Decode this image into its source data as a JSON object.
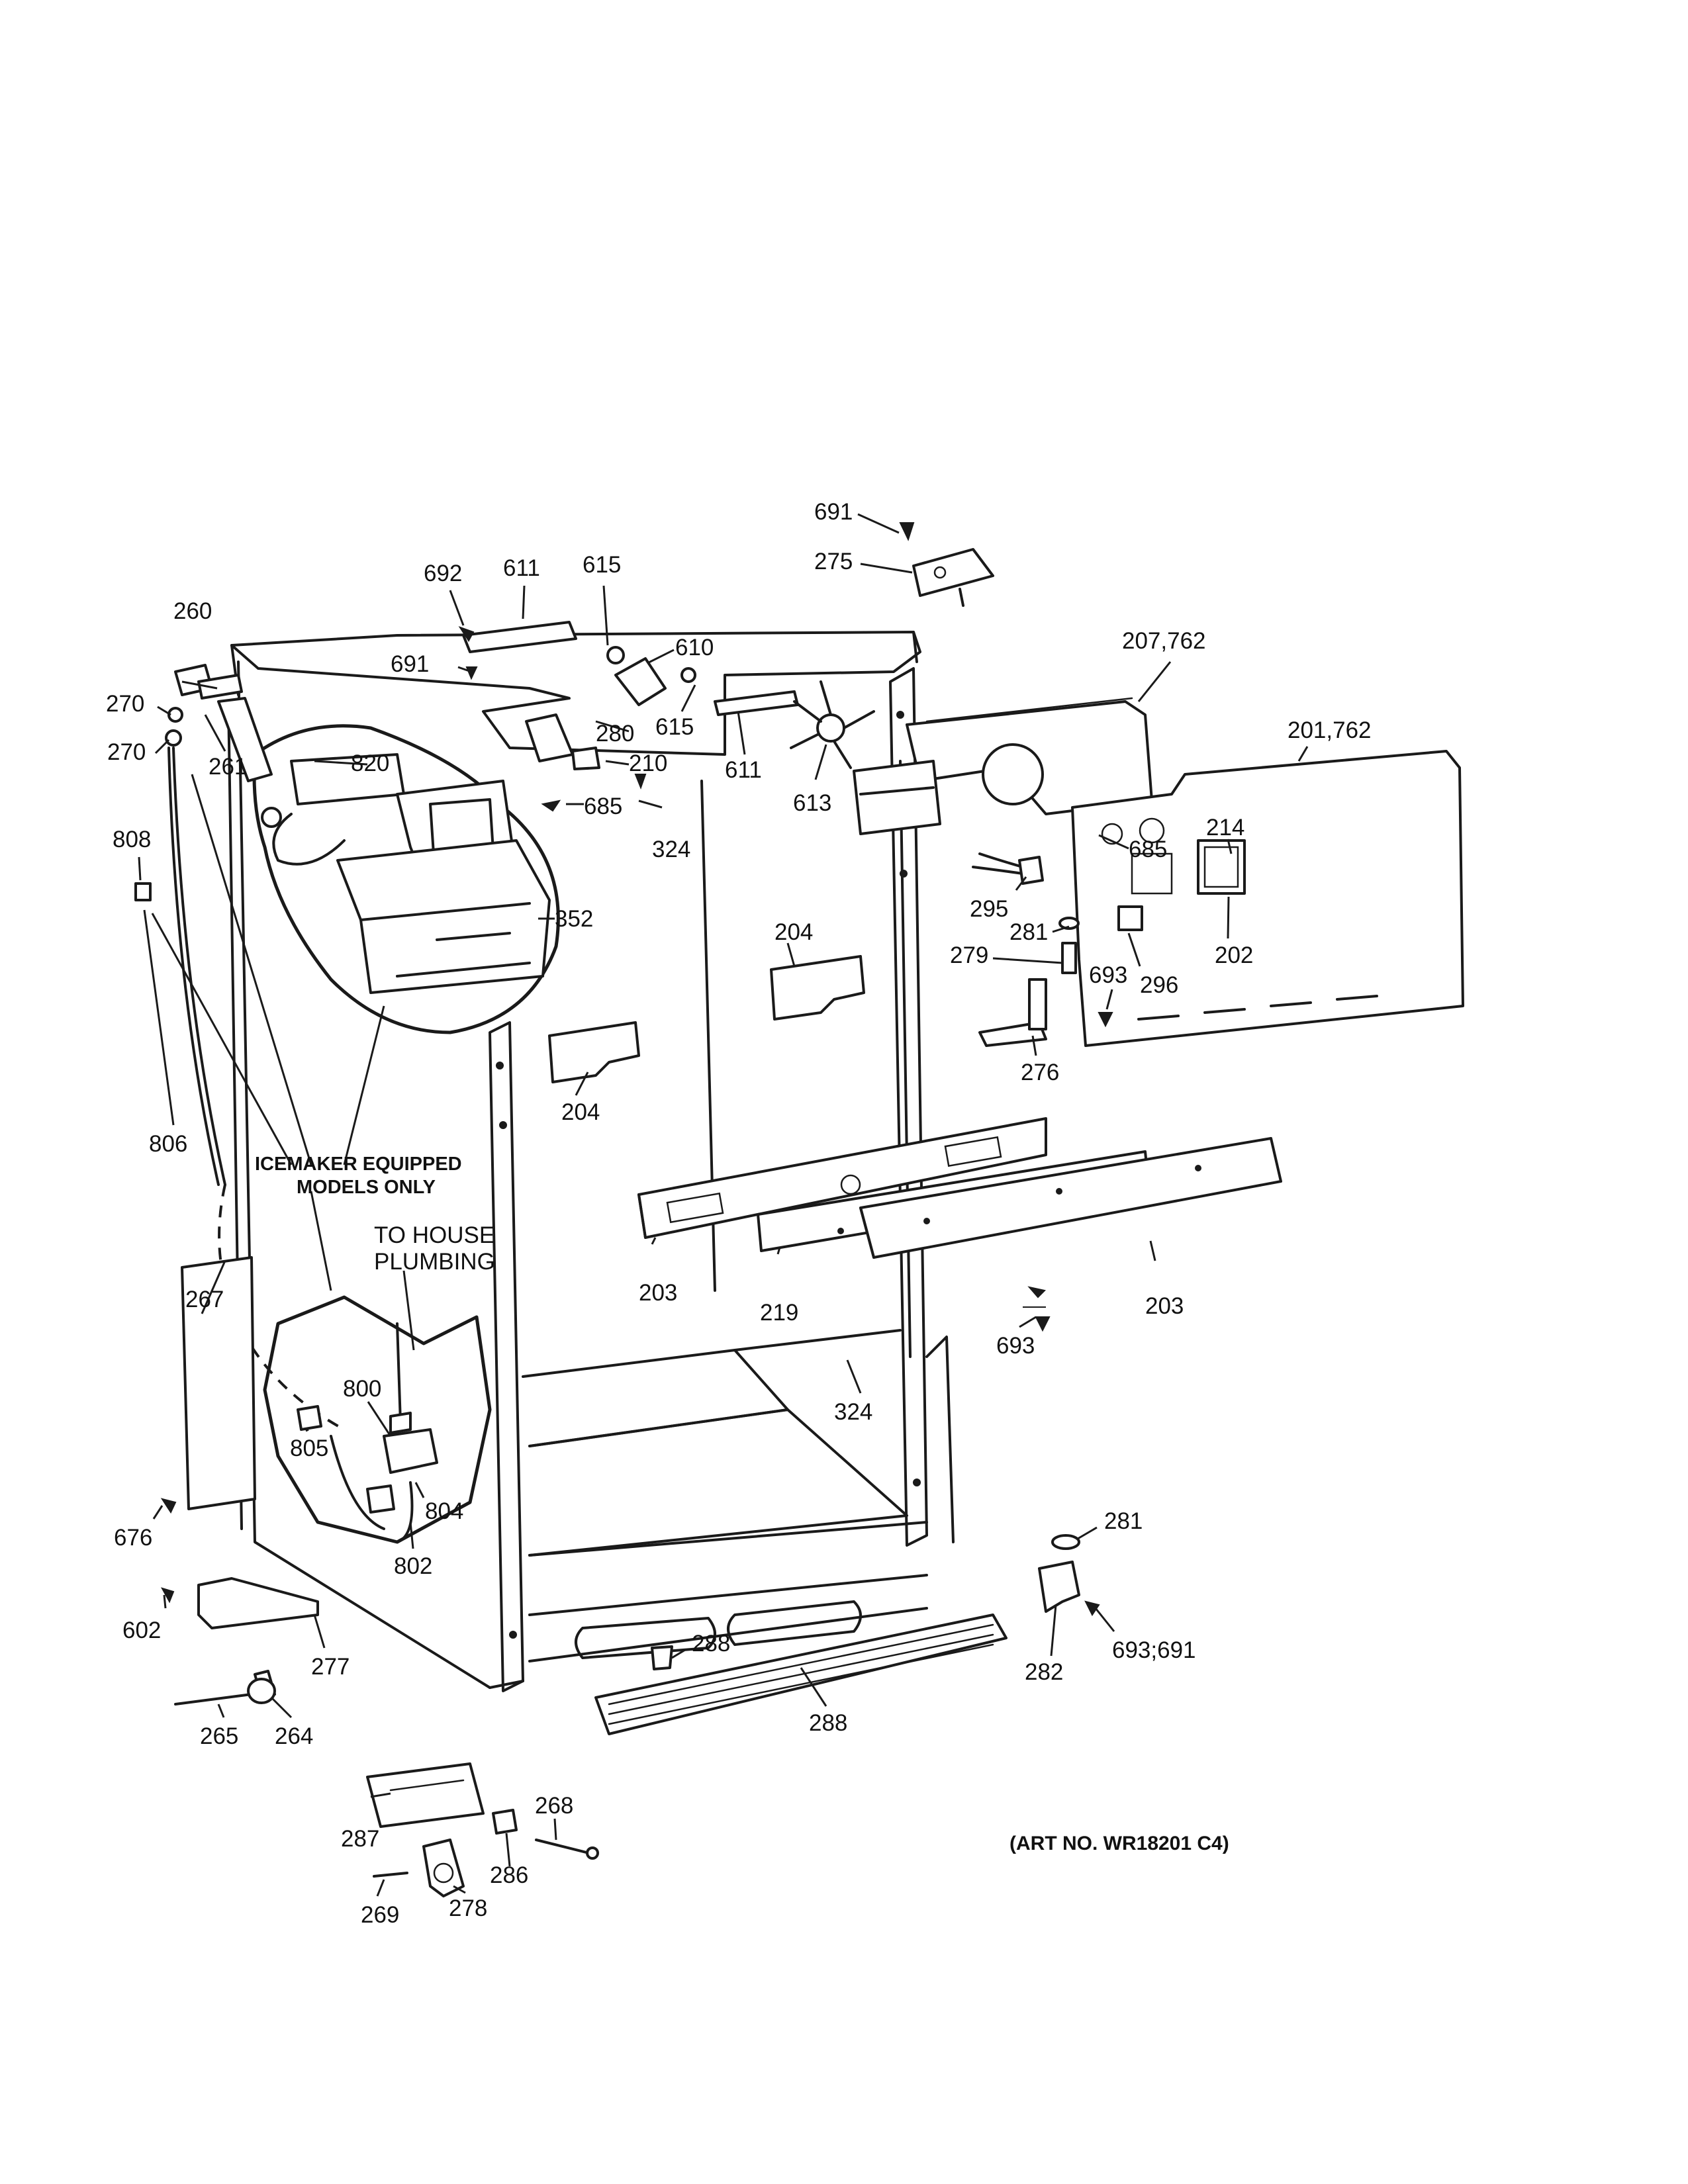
{
  "diagram": {
    "notes": {
      "icemaker_line1": "ICEMAKER EQUIPPED",
      "icemaker_line2": "MODELS ONLY",
      "plumbing_line1": "TO HOUSE",
      "plumbing_line2": "PLUMBING"
    },
    "art_number": "(ART NO. WR18201 C4)",
    "callouts": [
      "691",
      "275",
      "692",
      "611",
      "615",
      "610",
      "691",
      "615",
      "611",
      "207,762",
      "260",
      "270",
      "270",
      "261",
      "820",
      "280",
      "210",
      "685",
      "324",
      "613",
      "685",
      "201,762",
      "214",
      "808",
      "295",
      "352",
      "204",
      "281",
      "202",
      "279",
      "693",
      "296",
      "204",
      "276",
      "806",
      "203",
      "219",
      "203",
      "693",
      "267",
      "324",
      "800",
      "805",
      "804",
      "676",
      "802",
      "281",
      "602",
      "277",
      "288",
      "282",
      "693;691",
      "265",
      "264",
      "288",
      "268",
      "287",
      "286",
      "269",
      "278"
    ]
  }
}
